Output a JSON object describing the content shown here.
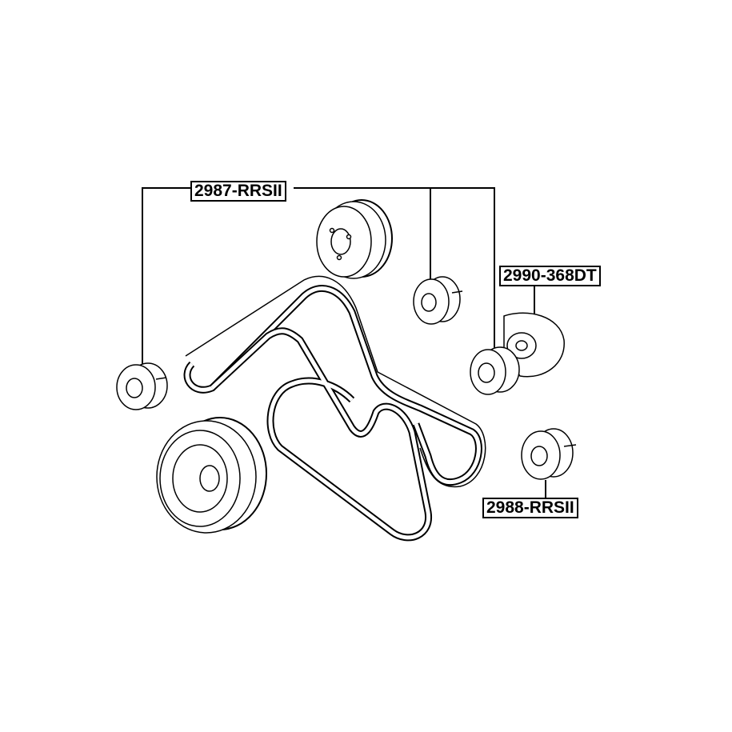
{
  "labels": {
    "part_2987": "2987-RRSII",
    "part_2990": "2990-368DT",
    "part_2988": "2988-RRSII"
  },
  "colors": {
    "line": "#000000",
    "background": "#ffffff"
  }
}
